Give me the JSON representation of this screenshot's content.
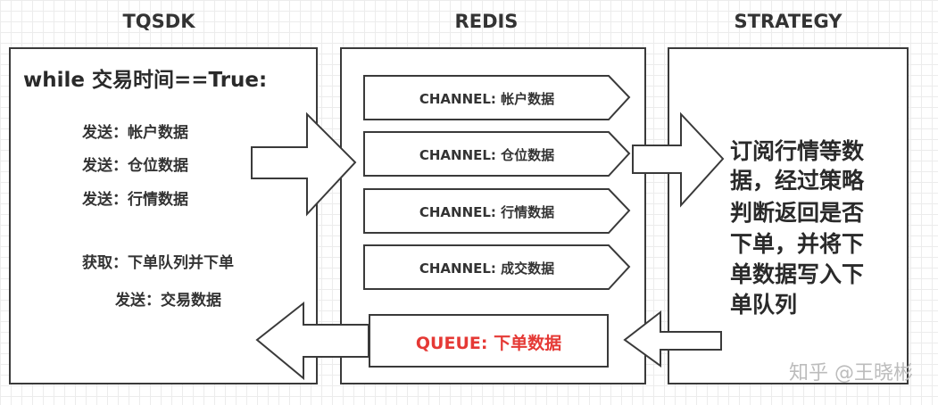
{
  "columns": {
    "tqsdk": "TQSDK",
    "redis": "REDIS",
    "strategy": "STRATEGY"
  },
  "tqsdk": {
    "loop": "while 交易时间==True:",
    "steps": [
      "发送：帐户数据",
      "发送：仓位数据",
      "发送：行情数据",
      "获取：下单队列并下单",
      "发送：交易数据"
    ]
  },
  "redis": {
    "channels": [
      "CHANNEL: 帐户数据",
      "CHANNEL: 仓位数据",
      "CHANNEL: 行情数据",
      "CHANNEL: 成交数据"
    ],
    "queue": "QUEUE: 下单数据"
  },
  "strategy": {
    "lines": [
      "订阅行情等数",
      "据，经过策略",
      "判断返回是否",
      "下单，并将下",
      "单数据写入下",
      "单队列"
    ]
  },
  "watermark": "知乎 @王晓彬",
  "colors": {
    "queue_text": "#e53935",
    "border": "#3a3a3a"
  }
}
